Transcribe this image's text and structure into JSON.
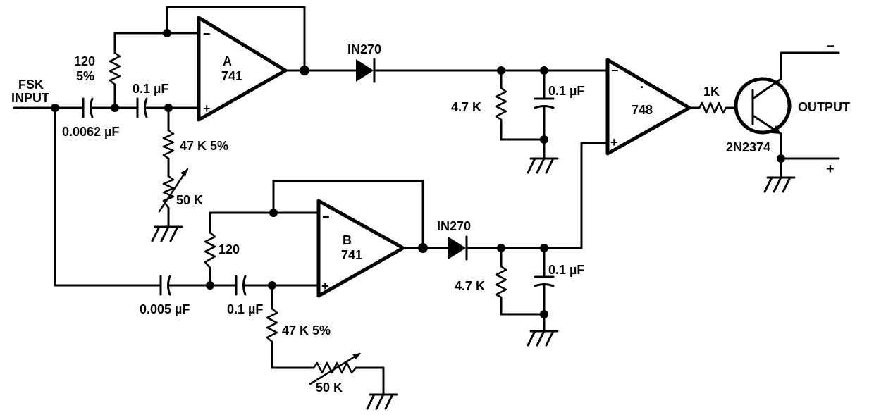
{
  "labels": {
    "fsk_input_1": "FSK",
    "fsk_input_2": "INPUT",
    "r_120_a": "120",
    "r_120_a_tol": "5%",
    "c_0_1_a": "0.1 µF",
    "c_0_0062": "0.0062 µF",
    "r_47k_a": "47 K  5%",
    "pot_50k_a": "50 K",
    "opamp_a_name": "A",
    "opamp_a_type": "741",
    "diode_a": "IN270",
    "r_4_7k_a": "4.7 K",
    "c_0_1_c": "0.1 µF",
    "comparator_type": "748",
    "comparator_dot": "·",
    "r_1k": "1K",
    "transistor": "2N2374",
    "output": "OUTPUT",
    "supply_minus": "−",
    "supply_plus": "+",
    "r_120_b": "120",
    "opamp_b_name": "B",
    "opamp_b_type": "741",
    "diode_b": "IN270",
    "r_4_7k_b": "4.7 K",
    "c_0_1_d": "0.1 µF",
    "c_0_005": "0.005 µF",
    "c_0_1_b": "0.1 µF",
    "r_47k_b": "47 K  5%",
    "pot_50k_b": "50 K",
    "minus_sign": "−",
    "plus_sign": "+"
  }
}
